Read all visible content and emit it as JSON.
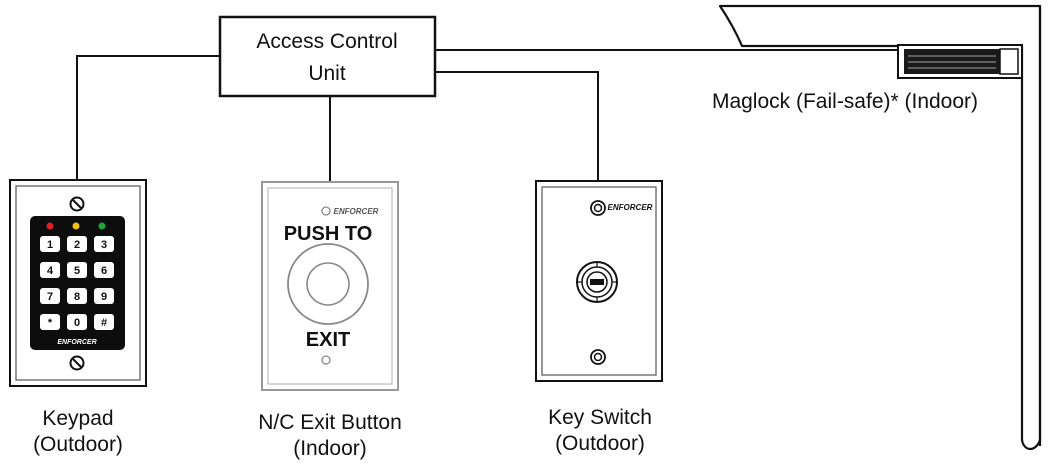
{
  "controller": {
    "line1": "Access Control",
    "line2": "Unit"
  },
  "maglock": {
    "label": "Maglock (Fail-safe)* (Indoor)"
  },
  "keypad": {
    "label_line1": "Keypad",
    "label_line2": "(Outdoor)",
    "keys": [
      "1",
      "2",
      "3",
      "4",
      "5",
      "6",
      "7",
      "8",
      "9",
      "*",
      "0",
      "#"
    ],
    "brand": "ENFORCER",
    "led_colors": [
      "#e02020",
      "#f2c200",
      "#1fa23a"
    ]
  },
  "exit_button": {
    "label_line1": "N/C Exit Button",
    "label_line2": "(Indoor)",
    "top_text": "PUSH TO",
    "bottom_text": "EXIT",
    "brand": "ENFORCER"
  },
  "key_switch": {
    "label_line1": "Key Switch",
    "label_line2": "(Outdoor)",
    "brand": "ENFORCER"
  }
}
